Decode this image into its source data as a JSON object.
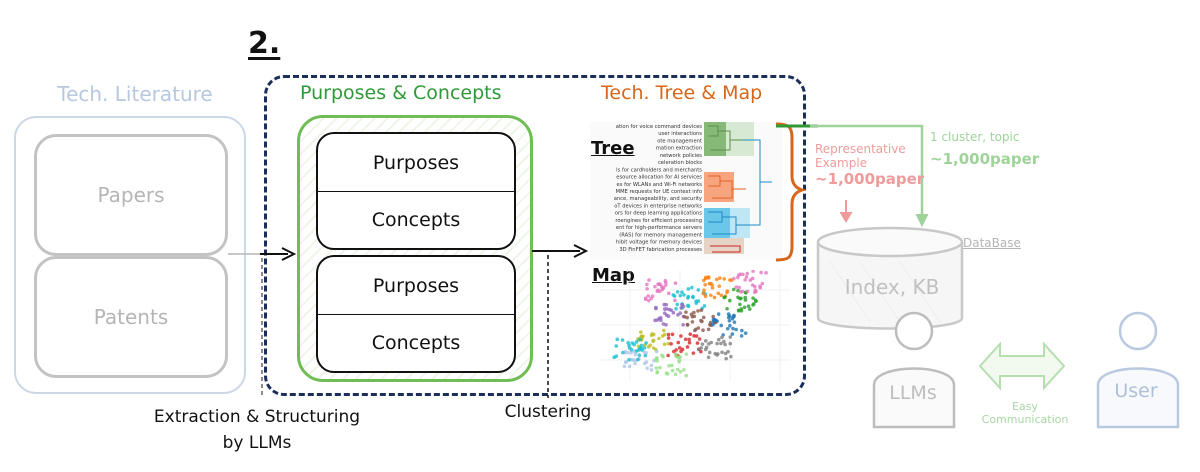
{
  "section_number": "2.",
  "literature": {
    "title": "Tech. Literature",
    "cards": [
      "Papers",
      "Patents"
    ]
  },
  "purposes_concepts": {
    "title": "Purposes & Concepts",
    "cards": [
      {
        "top": "Purposes",
        "bottom": "Concepts"
      },
      {
        "top": "Purposes",
        "bottom": "Concepts"
      }
    ]
  },
  "tech_tree_map": {
    "title": "Tech. Tree & Map",
    "tree_label": "Tree",
    "map_label": "Map",
    "tree_leaves": [
      "ation for voice command devices",
      "user interactions",
      "ote management",
      "mation extraction",
      "network policies",
      "celeration blocks",
      "ls for cardholders and merchants",
      "esource allocation for AI services",
      "es for WLANs and Wi-Fi networks",
      "MME requests for UE context info",
      "ance, manageability, and security",
      "oT devices in enterprise networks",
      "ors for deep learning applications",
      "roengines for efficient processing",
      "ent for high-performance servers",
      "(RAS) for memory management",
      "hibit voltage for memory devices",
      "3D FinFET fabrication processes"
    ]
  },
  "captions": {
    "extraction": "Extraction & Structuring\nby LLMs",
    "clustering": "Clustering"
  },
  "representative": {
    "line1": "Representative",
    "line2": "Example",
    "count": "~1,000paper"
  },
  "cluster": {
    "line1": "1 cluster, topic",
    "count": "~1,000paper"
  },
  "database": {
    "label": "DataBase",
    "index": "Index, KB"
  },
  "actors": {
    "llms": "LLMs",
    "user": "User",
    "communication": "Easy Communication"
  },
  "colors": {
    "navy_frame": "#1b2f5a",
    "green": "#2e9a36",
    "orange": "#d7661a",
    "pink": "#ef9b9b",
    "light_green": "#9fd39a",
    "faded_blue": "#b7c8de"
  }
}
